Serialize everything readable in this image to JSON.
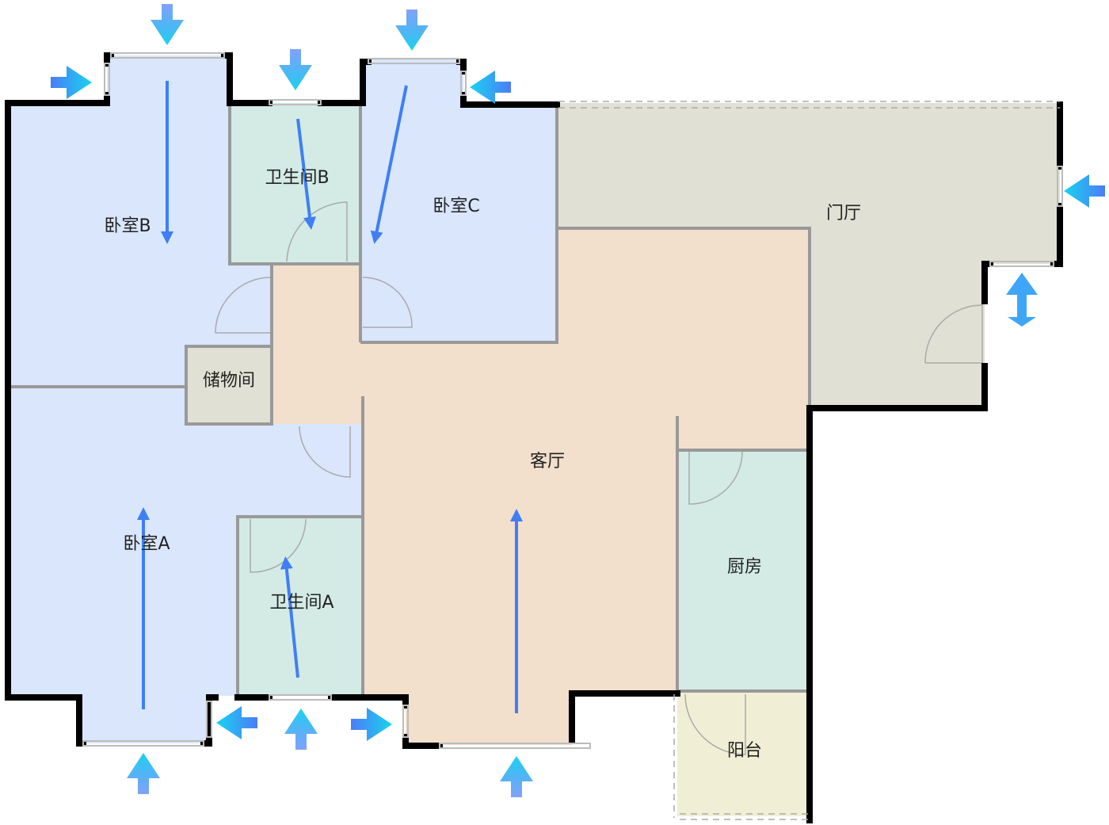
{
  "title": "Floor plan with ventilation flow",
  "rooms": {
    "bedroom_b": {
      "label": "卧室B",
      "color": "#d9e6fc"
    },
    "bathroom_b": {
      "label": "卫生间B",
      "color": "#d3ebe4"
    },
    "bedroom_c": {
      "label": "卧室C",
      "color": "#d9e6fc"
    },
    "hall": {
      "label": "门厅",
      "color": "#e1e0d4"
    },
    "storage": {
      "label": "储物间",
      "color": "#e1e0d4"
    },
    "living": {
      "label": "客厅",
      "color": "#f2dfcc"
    },
    "bedroom_a": {
      "label": "卧室A",
      "color": "#d9e6fc"
    },
    "bathroom_a": {
      "label": "卫生间A",
      "color": "#d3ebe4"
    },
    "kitchen": {
      "label": "厨房",
      "color": "#d3ebe4"
    },
    "balcony": {
      "label": "阳台",
      "color": "#f0efd6"
    }
  },
  "colors": {
    "wall": "#000000",
    "partition": "#999999",
    "flow": "#3f7ef5",
    "vent_start": "#19d3f0",
    "vent_end": "#4b7cf7"
  }
}
